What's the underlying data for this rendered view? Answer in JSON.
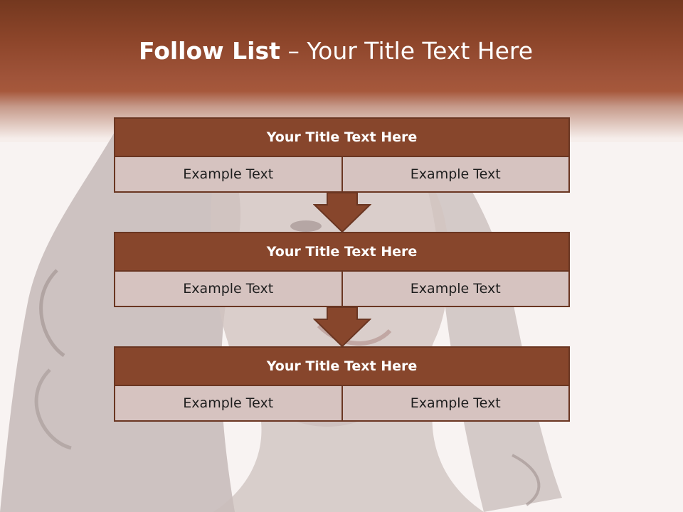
{
  "slide": {
    "title_bold": "Follow List",
    "title_rest": " – Your Title Text Here"
  },
  "colors": {
    "header": "#8e462b",
    "block_title": "#87462c",
    "block_cell": "#d6c3c0",
    "border": "#6a3622"
  },
  "flow": [
    {
      "title": "Your Title Text Here",
      "cells": [
        "Example Text",
        "Example Text"
      ]
    },
    {
      "title": "Your Title Text Here",
      "cells": [
        "Example Text",
        "Example Text"
      ]
    },
    {
      "title": "Your Title Text Here",
      "cells": [
        "Example Text",
        "Example Text"
      ]
    }
  ],
  "icons": {
    "connector": "down-arrow-icon",
    "background": "woman-portrait-photo"
  }
}
